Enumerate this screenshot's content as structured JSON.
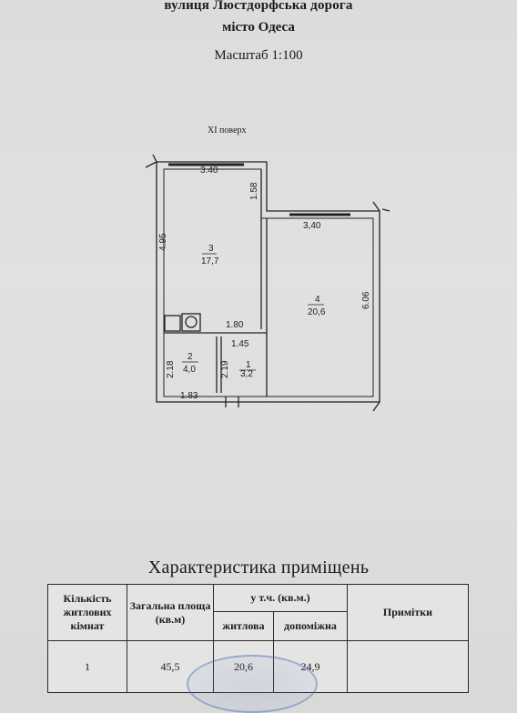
{
  "header": {
    "street": "вулиця Люстдорфська дорога",
    "city": "місто Одеса",
    "scale": "Масштаб 1:100"
  },
  "plan": {
    "floor_label": "ХІ поверх",
    "dims": {
      "top_left_width": "3.40",
      "left_height": "4.95",
      "notch_height": "1.58",
      "room4_width": "3,40",
      "room4_height": "6.06",
      "kitchen_width": "1.80",
      "bath_width": "1.45",
      "room2_height": "2.18",
      "room2_width": "1.83",
      "room1_height": "2.19"
    },
    "rooms": [
      {
        "number": "3",
        "area": "17,7"
      },
      {
        "number": "4",
        "area": "20,6"
      },
      {
        "number": "2",
        "area": "4,0"
      },
      {
        "number": "1",
        "area": "3,2"
      }
    ]
  },
  "section_title": "Характеристика приміщень",
  "table": {
    "headers": {
      "rooms_count": "Кількість житлових кімнат",
      "total_area": "Загальна площа (кв.м)",
      "incl": "у т.ч. (кв.м.)",
      "living": "житлова",
      "auxiliary": "допоміжна",
      "notes": "Примітки"
    },
    "row": {
      "rooms_count": "1",
      "total_area": "45,5",
      "living": "20,6",
      "auxiliary": "24,9",
      "notes": ""
    }
  }
}
